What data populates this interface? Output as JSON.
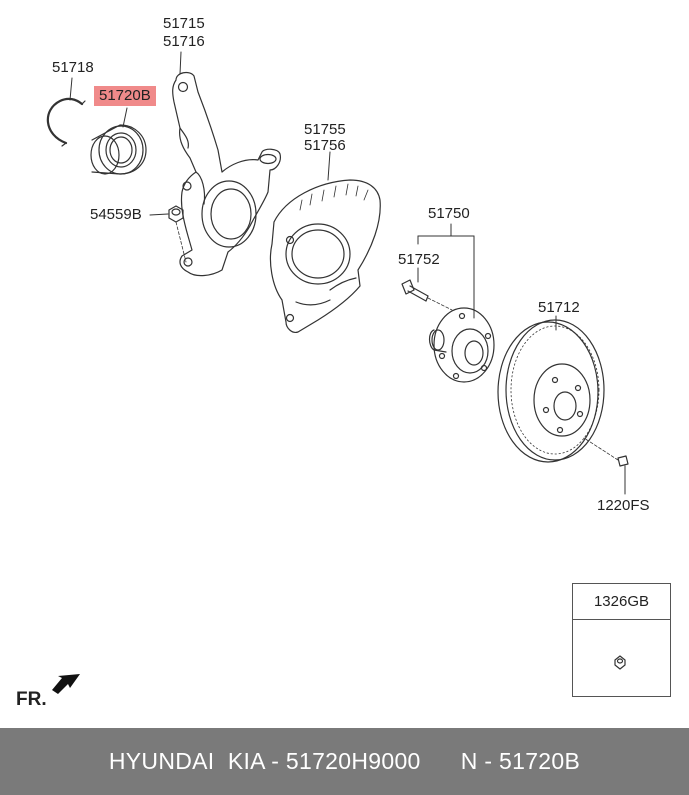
{
  "labels": {
    "knuckle_a": "51715",
    "knuckle_b": "51716",
    "snap_ring": "51718",
    "bearing": "51720B",
    "nut": "54559B",
    "dust_cover_a": "51755",
    "dust_cover_b": "51756",
    "hub": "51750",
    "hub_bolt": "51752",
    "disc": "51712",
    "screw": "1220FS"
  },
  "legend": {
    "title": "1326GB"
  },
  "direction_label": "FR.",
  "footer": {
    "text": "HYUNDAI  KIA - 51720H9000      N - 51720B"
  },
  "colors": {
    "highlight": "#f08a8a",
    "footer_bg": "#7a7a7a",
    "line": "#333333"
  }
}
